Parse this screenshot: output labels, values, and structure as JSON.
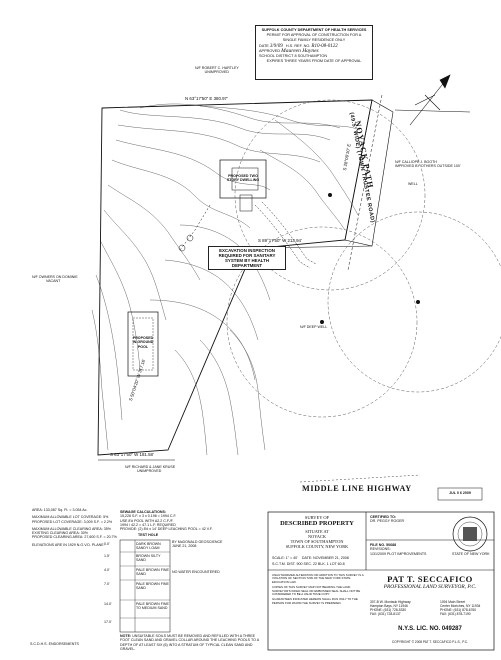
{
  "health_stamp": {
    "dept": "SUFFOLK COUNTY DEPARTMENT OF HEALTH SERVICES",
    "permit": "PERMIT FOR APPROVAL OF CONSTRUCTION FOR A",
    "permit2": "SINGLE FAMILY RESIDENCE ONLY",
    "date_label": "DATE",
    "date_value": "3/9/09",
    "ref_label": "H.S. REF. NO.",
    "ref_value": "R10-08-0122",
    "approved_label": "APPROVED",
    "approved_value": "Maureen Haynes",
    "sub_label": "SCHOOL DISTRICT",
    "sub_value": "8  SOUTHAMPTON",
    "expires": "EXPIRES THREE YEARS FROM DATE OF APPROVAL"
  },
  "notes": {
    "north_neighbor": "N/F ROBERT C. HARTLEY",
    "north_neighbor2": "UNIMPROVED",
    "north_bearing": "N 63°17'50\" E 380.97'",
    "east_bearing": "S 28°09'10\" E",
    "inner_bearing": "S 89°17'50\" W 213.94'",
    "southwest_bearing": "S 50°04'20\" W 317.16'",
    "south_bearing": "S 63°17'50\" W 181.58'",
    "west_neighbor": "N/F OWNERS ON DOMINIE",
    "west_neighbor2": "VACANT",
    "south_neighbor": "N/F RICHARD & JANE KRUSE",
    "south_neighbor2": "UNIMPROVED",
    "east_neighbor": "N/F CALLIOPE J. BOOTH",
    "east_neighbor2": "IMPROVED BY OTHERS OUTSIDE 100'",
    "proposed_dwelling": "PROPOSED TWO STORY DWELLING",
    "proposed_pool": "PROPOSED IN-GROUND POOL",
    "inspection": "EXCAVATION INSPECTION REQUIRED FOR SANITARY SYSTEM BY HEALTH DEPARTMENT",
    "well_label": "WELL",
    "deep_well": "N/F DEEP WELL",
    "road_name": "NOYACK  PATH",
    "road_note": "(49.5' WIDE) (TOWN TRUSTEE ROAD)",
    "highway": "MIDDLE LINE HIGHWAY",
    "received": "JUL 0 6 2009"
  },
  "area_notes": [
    "AREA: 133,087 Sq. Ft. = 3.054 Ac.",
    "MAXIMUM ALLOWABLE LOT COVERAGE: 5%",
    "PROPOSED LOT COVERAGE: 3,009 S.F. = 2.2%",
    "MAXIMUM ALLOWABLE CLEARING AREA: 35%",
    "EXISTING CLEARING AREA: 30%",
    "PROPOSED CLEARING AREA: 27,600 S.F. = 20.7%",
    "ELEVATIONS ARE IN 1929 N.G.V.D. PLANE."
  ],
  "sewage": {
    "title": "SEWAGE CALCULATIONS:",
    "lines": [
      "15,226 S.F. x 3 x 0.196 = 1994 C.F.",
      "USE 8'# POOL WITH A2.2 C.F./F.",
      "1994 / 42.2 = 47.1 L.F. REQUIRED",
      "PROVIDE: (2) 8'# x 14' DEEP LEACHING POOL = 42 V.F."
    ]
  },
  "test_hole": {
    "title": "TEST HOLE",
    "subtitle": "BY McDONALD GEOSCIENCE",
    "date": "JUNE 21, 2008",
    "layers": [
      {
        "depth": "0.0'",
        "desc": "DARK BROWN SANDY LOAM"
      },
      {
        "depth": "1.5'",
        "desc": "BROWN SILTY SAND"
      },
      {
        "depth": "4.0'",
        "desc": "PALE BROWN FINE SAND"
      },
      {
        "depth": "7.0'",
        "desc": "PALE BROWN FINE SAND"
      },
      {
        "depth": "14.0'",
        "desc": "PALE BROWN FINE TO MEDIUM SAND"
      },
      {
        "depth": "17.0'",
        "desc": ""
      }
    ],
    "no_water": "NO WATER ENCOUNTERED"
  },
  "unsuitable": {
    "label": "NOTE:",
    "text": "UNSUITABLE SOILS MUST BE REMOVED AND REFILLED WITH A THREE FOOT CLEAN SAND AND GRAVEL COLLAR AROUND THE LEACHING POOLS TO A DEPTH OF AT LEAST SIX (6) INTO A STRATUM OF TYPICAL CLEAN SAND AND GRAVEL."
  },
  "title_block": {
    "survey_of": "SURVEY OF",
    "property": "DESCRIBED PROPERTY",
    "situate": "SITUATE AT",
    "location": "NOYACK",
    "town": "TOWN OF SOUTHAMPTON",
    "county": "SUFFOLK COUNTY, NEW YORK",
    "scale": "SCALE: 1\" = 40'",
    "date": "DATE: NOVEMBER 21, 2008",
    "sctm": "S.C.T.M. DIST. 900  SEC. 22  BLK. 1  LOT 60.8",
    "certified_to": "CERTIFIED TO:",
    "certified_name": "DR. PEGGY ROGER",
    "file_no": "FILE NO. 50688",
    "revisions": "REVISIONS:",
    "revision1": "1/31/2009 PLOT IMPROVEMENTS",
    "surveyor": "PAT T. SECCAFICO",
    "surveyor_title": "PROFESSIONAL LAND SURVEYOR, P.C.",
    "address_left": "307-B W. Montauk Highway\nHampton Bays, NY 11946\nPHONE: (631) 728-5330\nFAX: (631) 728-8137",
    "address_right": "1094 Main Street\nCenter Moriches, NY 11934\nPHONE: (631) 878-6760\nFAX: (631) 878-7190",
    "license": "N.Y.S. LIC. NO. 049287",
    "copyright": "COPYRIGHT © 2008 PAT T. SECCAFICO P.L.S., P.C.",
    "seal_text": "STATE OF NEW YORK"
  },
  "sidebar_notes": [
    "UNAUTHORIZED ALTERATION OR ADDITION TO THIS SURVEY IS A VIOLATION OF SECTION 7209 OF THE NEW YORK STATE EDUCATION LAW.",
    "COPIES OF THIS SURVEY MAP NOT BEARING THE LAND SURVEYOR'S INKED SEAL OR EMBOSSED SEAL SHALL NOT BE CONSIDERED TO BE A VALID TRUE COPY.",
    "GUARANTEES INDICATED HEREON SHALL RUN ONLY TO THE PERSON FOR WHOM THE SURVEY IS PREPARED."
  ],
  "sdhs_footer": "S.C.D.H.S. ENDORSEMENTS"
}
